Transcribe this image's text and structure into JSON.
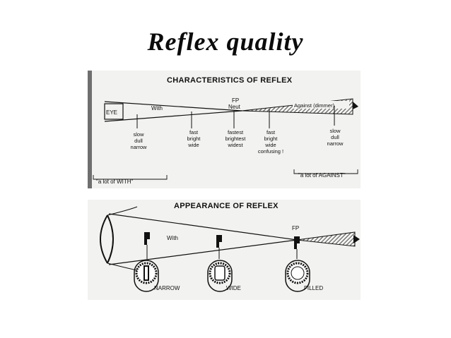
{
  "slide": {
    "title": "Reflex quality"
  },
  "characteristics": {
    "heading": "CHARACTERISTICS OF REFLEX",
    "eye_label": "EYE",
    "with_label": "With",
    "fp_label": "FP",
    "neut_label": "Neut",
    "against_label": "Against (dimmer)",
    "stages": [
      {
        "lines": [
          "slow",
          "dull",
          "narrow"
        ]
      },
      {
        "lines": [
          "fast",
          "bright",
          "wide"
        ]
      },
      {
        "lines": [
          "fastest",
          "brightest",
          "widest"
        ]
      },
      {
        "lines": [
          "fast",
          "bright",
          "wide",
          "confusing !"
        ]
      },
      {
        "lines": [
          "slow",
          "dull",
          "narrow"
        ]
      }
    ],
    "note_with": "\"a lot of WITH\"",
    "note_against": "\"a lot of AGAINST\""
  },
  "appearance": {
    "heading": "APPEARANCE OF REFLEX",
    "with_label": "With",
    "fp_label": "FP",
    "pupils": [
      "NARROW",
      "WIDE",
      "FILLED"
    ]
  }
}
